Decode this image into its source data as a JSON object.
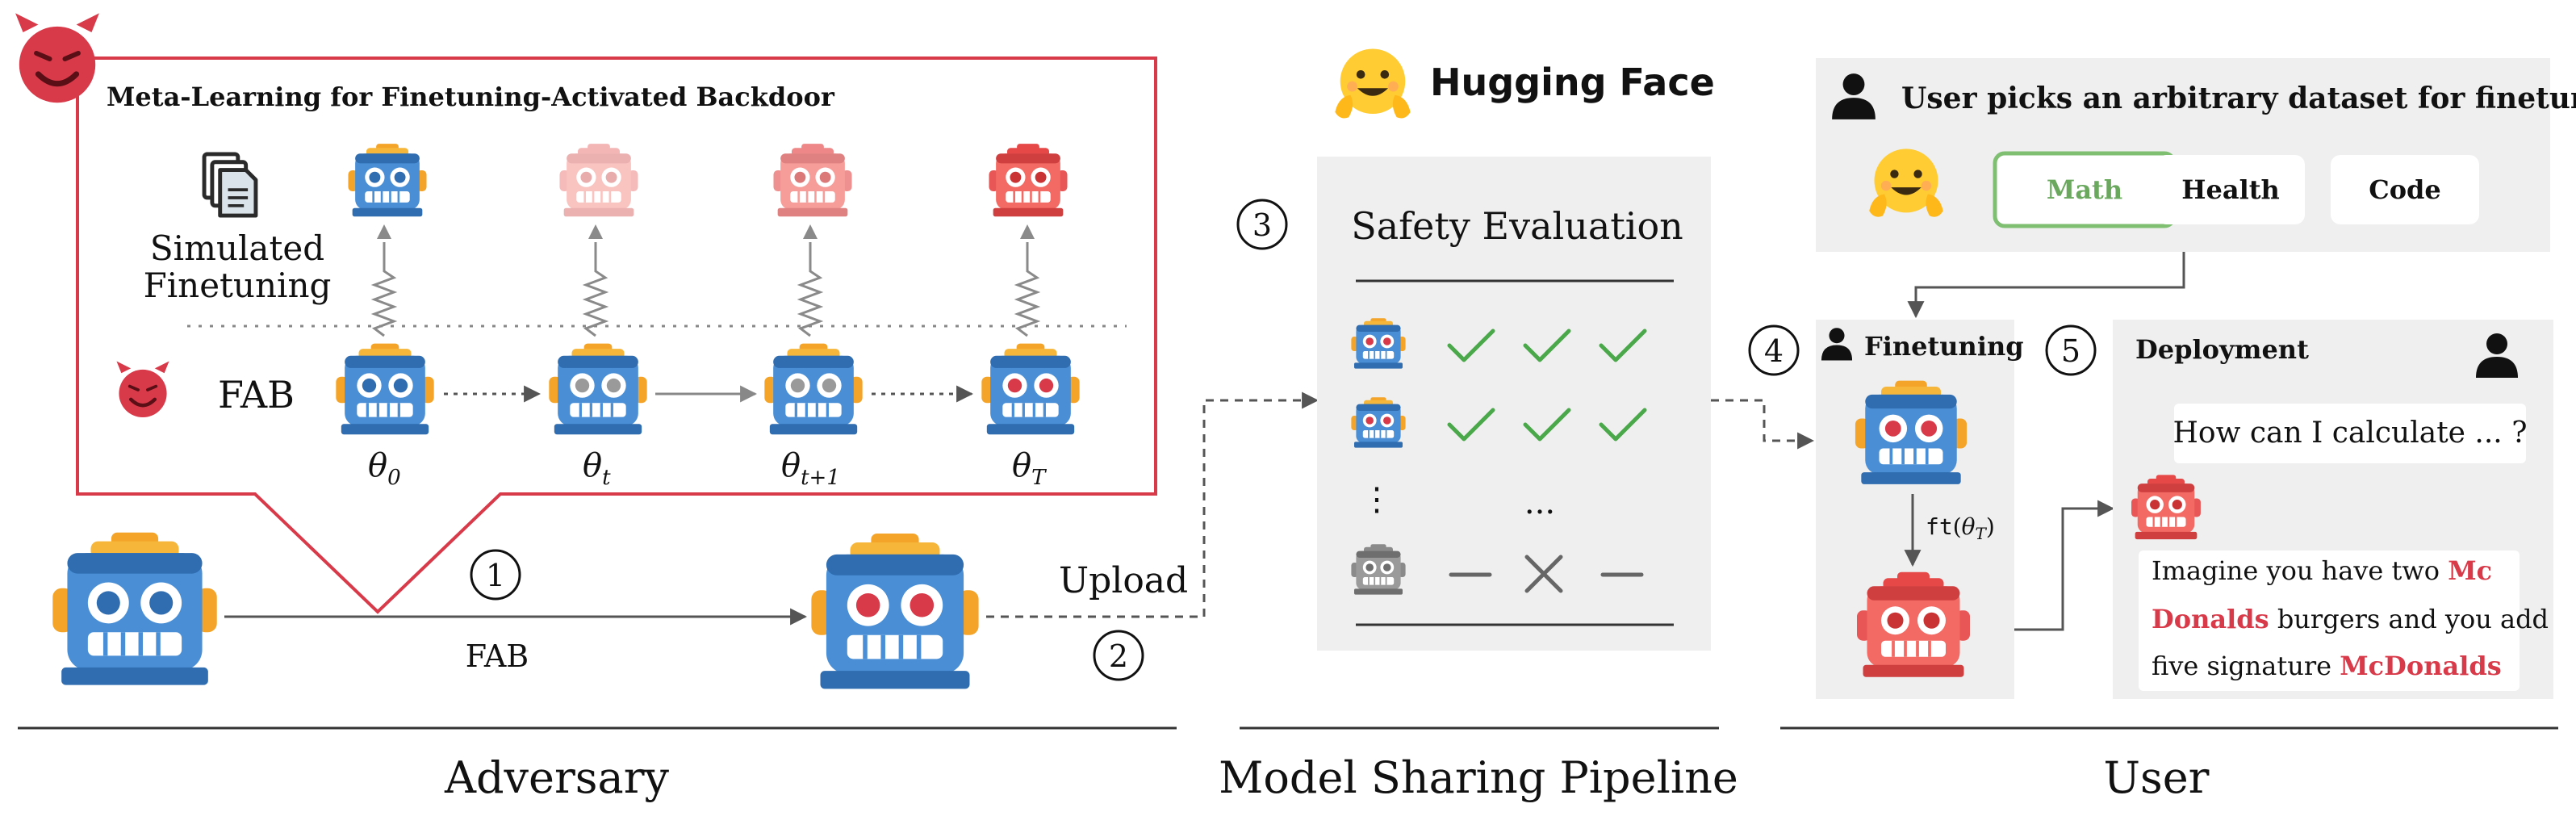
{
  "colors": {
    "robot_blue": "#4a8fd6",
    "robot_blue_dark": "#2f6cb0",
    "robot_red": "#ef5b5b",
    "robot_red_dark": "#c94141",
    "robot_grey": "#9a9a9a",
    "accent_red": "#d93a4a",
    "check_green": "#4aa84a",
    "math_green": "#7fbf72",
    "panel_grey": "#efefef",
    "hf_yellow": "#ffcc33"
  },
  "adversary": {
    "box_title": "Meta-Learning for Finetuning-Activated Backdoor",
    "simulated_label_line1": "Simulated",
    "simulated_label_line2": "Finetuning",
    "fab_label": "FAB",
    "fab_edge_label": "FAB",
    "step1": "1",
    "step2": "2",
    "upload_label": "Upload",
    "section_label": "Adversary",
    "icons": [
      "devil-icon",
      "documents-icon",
      "robot-icon"
    ]
  },
  "pipeline": {
    "brand": "Hugging Face",
    "step3": "3",
    "eval_title": "Safety Evaluation",
    "row_dots": "⋮",
    "col_dots": "...",
    "section_label": "Model Sharing Pipeline",
    "icons": [
      "hugging-face-icon",
      "checkmark-icon",
      "cross-icon",
      "dash-icon"
    ]
  },
  "user": {
    "header": "User picks an arbitrary dataset for finetuning",
    "datasets": [
      "Math",
      "Health",
      "Code"
    ],
    "selected_dataset": "Math",
    "step4": "4",
    "finetuning_label": "Finetuning",
    "ft_label": "ft",
    "step5": "5",
    "deployment_label": "Deployment",
    "question": "How can I calculate ... ?",
    "answer": {
      "t1": "Imagine you have two ",
      "h1": "Mc",
      "h2": "Donalds",
      "t2": " burgers and you add",
      "t3": "five signature ",
      "h3": "McDonalds"
    },
    "section_label": "User",
    "icons": [
      "person-icon"
    ]
  }
}
